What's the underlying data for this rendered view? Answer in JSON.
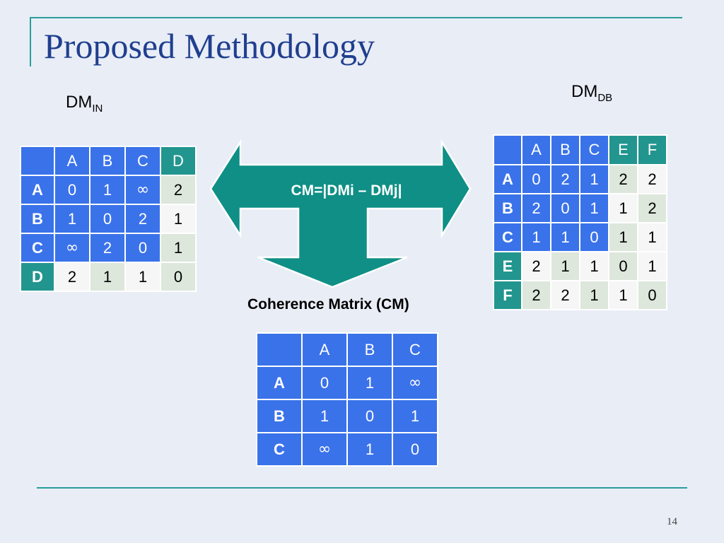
{
  "slide": {
    "title": "Proposed Methodology",
    "number": "14"
  },
  "dm_in": {
    "label": "DM",
    "sub": "IN",
    "cols": [
      "A",
      "B",
      "C",
      "D"
    ],
    "rows": [
      {
        "h": "A",
        "cells": [
          "0",
          "1",
          "∞",
          "2"
        ]
      },
      {
        "h": "B",
        "cells": [
          "1",
          "0",
          "2",
          "1"
        ]
      },
      {
        "h": "C",
        "cells": [
          "∞",
          "2",
          "0",
          "1"
        ]
      },
      {
        "h": "D",
        "cells": [
          "2",
          "1",
          "1",
          "0"
        ]
      }
    ]
  },
  "dm_db": {
    "label": "DM",
    "sub": "DB",
    "cols": [
      "A",
      "B",
      "C",
      "E",
      "F"
    ],
    "rows": [
      {
        "h": "A",
        "cells": [
          "0",
          "2",
          "1",
          "2",
          "2"
        ]
      },
      {
        "h": "B",
        "cells": [
          "2",
          "0",
          "1",
          "1",
          "2"
        ]
      },
      {
        "h": "C",
        "cells": [
          "1",
          "1",
          "0",
          "1",
          "1"
        ]
      },
      {
        "h": "E",
        "cells": [
          "2",
          "1",
          "1",
          "0",
          "1"
        ]
      },
      {
        "h": "F",
        "cells": [
          "2",
          "2",
          "1",
          "1",
          "0"
        ]
      }
    ]
  },
  "arrow": {
    "formula": "CM=|DMi – DMj|",
    "color": "#0f8f86"
  },
  "cm": {
    "caption": "Coherence Matrix (CM)",
    "cols": [
      "A",
      "B",
      "C"
    ],
    "rows": [
      {
        "h": "A",
        "cells": [
          "0",
          "1",
          "∞"
        ]
      },
      {
        "h": "B",
        "cells": [
          "1",
          "0",
          "1"
        ]
      },
      {
        "h": "C",
        "cells": [
          "∞",
          "1",
          "0"
        ]
      }
    ]
  },
  "colors": {
    "input_blue": "#3a72ea",
    "external_teal": "#22958f",
    "title_blue": "#1f3f8f"
  }
}
